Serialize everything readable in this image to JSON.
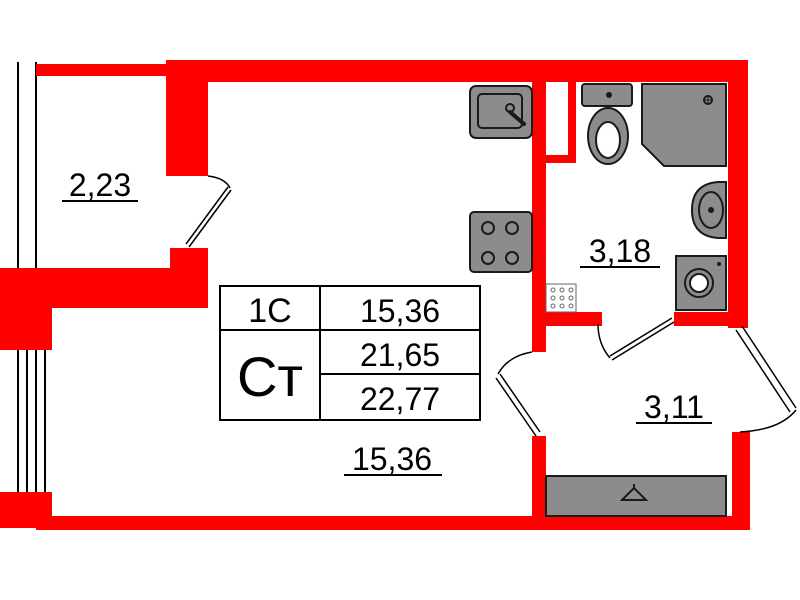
{
  "colors": {
    "wall": "#ff0000",
    "fixture_fill": "#8c8c8c",
    "fixture_stroke": "#1a1a1a",
    "line": "#000000",
    "background": "#ffffff"
  },
  "rooms": {
    "balcony_area": "2,23",
    "bathroom_area": "3,18",
    "hallway_area": "3,11",
    "living_area": "15,36"
  },
  "summary_table": {
    "rooms_code": "1С",
    "type_code": "Ст",
    "living_area": "15,36",
    "total_area": "21,65",
    "total_with_balcony": "22,77"
  }
}
